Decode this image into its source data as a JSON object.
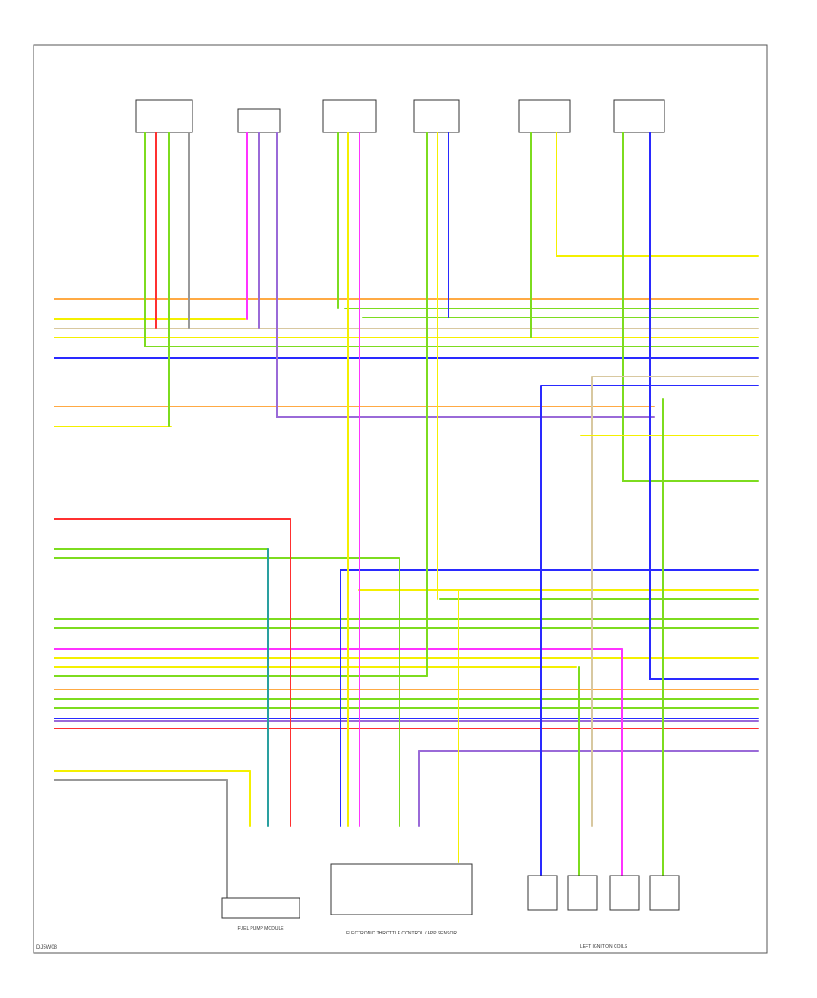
{
  "figure_id": "DJ5W08",
  "components": {
    "c1": {
      "label": ""
    },
    "c2": {
      "label": ""
    },
    "c3": {
      "label": ""
    },
    "c4": {
      "label": ""
    },
    "c5": {
      "label": ""
    },
    "c6": {
      "label": ""
    }
  },
  "bottom_components": {
    "fuel_pump": {
      "label": "FUEL PUMP MODULE"
    },
    "throttle": {
      "label": "ELECTRONIC THROTTLE CONTROL / APP SENSOR"
    },
    "coils": {
      "label": "LEFT IGNITION COILS"
    }
  },
  "colors": {
    "yellow": "#f4f000",
    "green": "#7ddc1f",
    "blue": "#2a2aff",
    "pink": "#ff33ff",
    "red": "#ff3030",
    "orange": "#ffaa44",
    "tan": "#d8c8a0",
    "violet": "#9a6ad8",
    "grey": "#999999",
    "teal": "#2aa0a0",
    "black": "#222222"
  }
}
